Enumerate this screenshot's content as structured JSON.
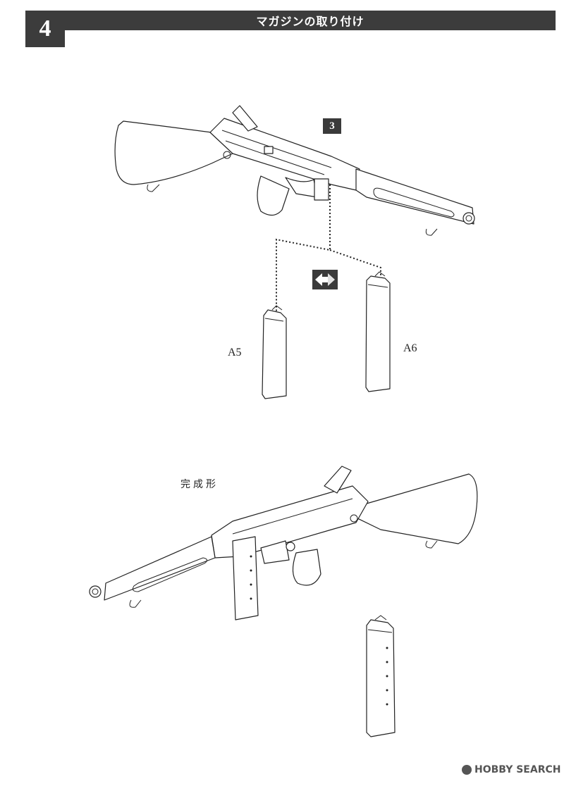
{
  "step": {
    "number": "4",
    "title": "マガジンの取り付け"
  },
  "ref_part": "3",
  "parts": {
    "a5": "A5",
    "a6": "A6"
  },
  "complete_label": "完成形",
  "watermark": "HOBBY SEARCH",
  "icons": {
    "swap": "swap-arrows-icon",
    "watermark_logo": "hobbysearch-logo-icon"
  }
}
